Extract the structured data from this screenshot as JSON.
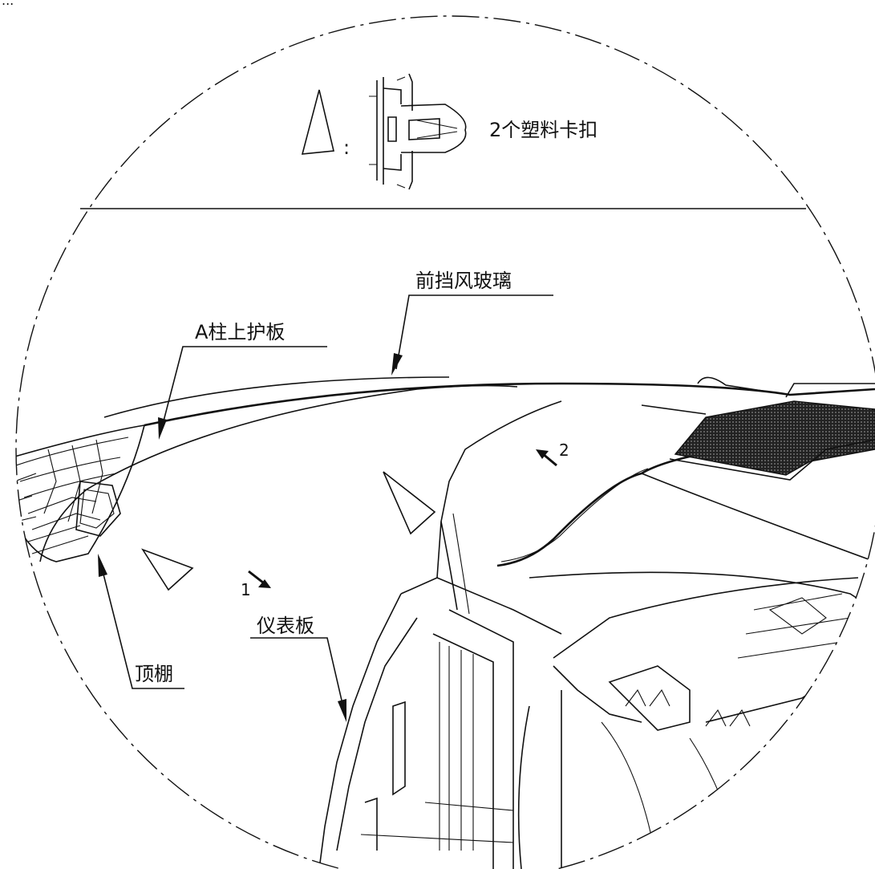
{
  "header_fragment": "...",
  "legend": {
    "marker_icon": "triangle-marker-icon",
    "separator": ":",
    "text": "2个塑料卡扣"
  },
  "labels": {
    "windshield": "前挡风玻璃",
    "a_pillar_trim": "A柱上护板",
    "headliner": "顶棚",
    "dashboard": "仪表板"
  },
  "steps": {
    "step1": "1",
    "step2": "2"
  },
  "colors": {
    "line": "#111111",
    "background": "#ffffff"
  }
}
